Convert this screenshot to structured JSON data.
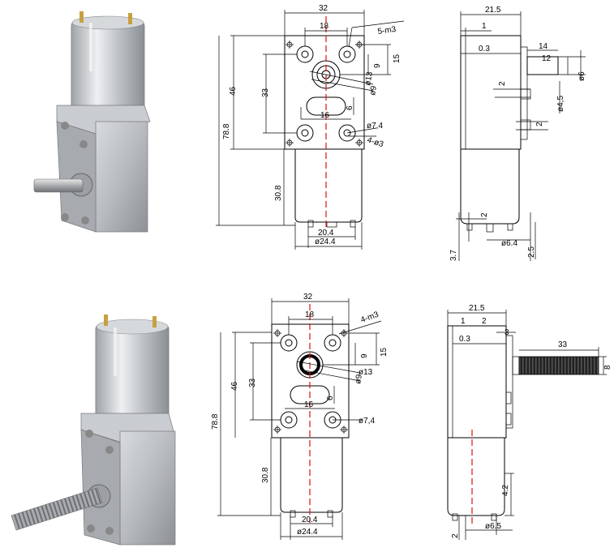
{
  "top_front": {
    "width": "32",
    "hole_spacing": "18",
    "thread": "5-m3",
    "height": "46",
    "height_inner": "33",
    "total": "78.8",
    "motor": "30.8",
    "d9": "9",
    "d15": "15",
    "d13": "ø13",
    "d9b": "ø9",
    "d6": "6",
    "slot": "16",
    "d74": "ø7,4",
    "thread2": "4-ø3",
    "bottom1": "20.4",
    "bottom2": "ø24.4"
  },
  "top_side": {
    "width": "21.5",
    "d1": "1",
    "d03": "0.3",
    "d14": "14",
    "d12": "12",
    "d6": "ø6",
    "d45": "ø4,5",
    "d2a": "2",
    "d2b": "2",
    "d2c": "2",
    "d37": "3.7",
    "d64": "ø6.4",
    "d25": "2.5"
  },
  "bottom_front": {
    "width": "32",
    "hole_spacing": "18",
    "thread": "4-m3",
    "height": "46",
    "height_inner": "33",
    "total": "78.8",
    "motor": "30.8",
    "d9": "9",
    "d15": "15",
    "d13": "ø13",
    "d9b": "ø9",
    "d6": "6",
    "slot": "16",
    "d74": "ø7,4",
    "bottom1": "20.4",
    "bottom2": "ø24.4"
  },
  "bottom_side": {
    "width": "21.5",
    "d1": "1",
    "d2": "2",
    "d3": "3",
    "d03": "0.3",
    "d33": "33",
    "d8": "8",
    "d42": "4.2",
    "d2b": "2",
    "d65": "ø6.5"
  }
}
